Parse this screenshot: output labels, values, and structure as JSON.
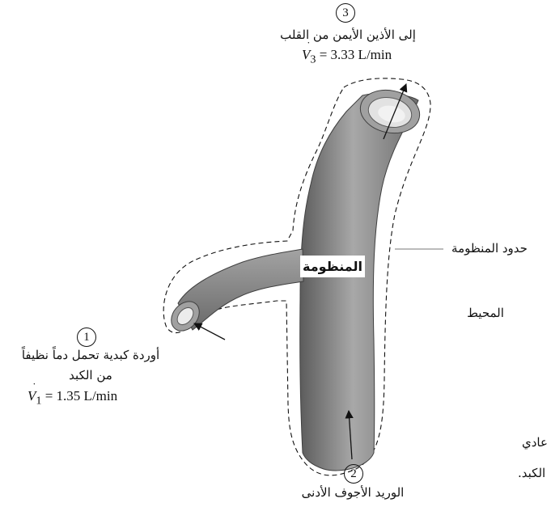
{
  "stations": {
    "s1": {
      "number": "1",
      "label_line1": "أوردة كبدية تحمل دماً نظيفاً",
      "label_line2": "من الكبد",
      "flow_var": "V",
      "flow_sub": "1",
      "flow_value": " = 1.35 L/min"
    },
    "s2": {
      "number": "2",
      "label": "الوريد الأجوف الأدنى"
    },
    "s3": {
      "number": "3",
      "label": "إلى الأذين الأيمن من القلب",
      "flow_var": "V",
      "flow_sub": "3",
      "flow_value": " = 3.33 L/min"
    }
  },
  "system_label": "المنظومة",
  "boundary_label": "حدود المنظومة",
  "surroundings_label": "المحيط",
  "page_fragments": {
    "line1": "عادي",
    "line2": "الكبد."
  },
  "colors": {
    "vessel_light": "#c9c9c9",
    "vessel_mid": "#8f8f8f",
    "vessel_dark": "#4d4d4d",
    "line": "#111111"
  }
}
